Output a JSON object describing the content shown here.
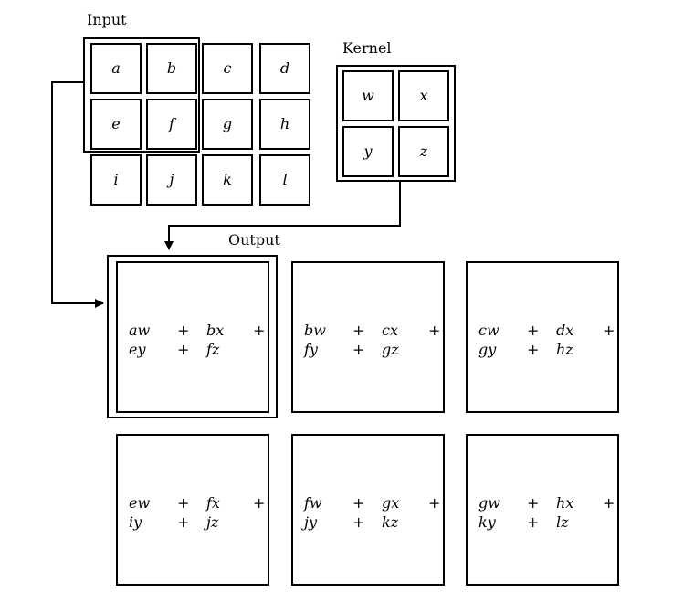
{
  "labels": {
    "input": "Input",
    "kernel": "Kernel",
    "output": "Output"
  },
  "input": [
    [
      "a",
      "b",
      "c",
      "d"
    ],
    [
      "e",
      "f",
      "g",
      "h"
    ],
    [
      "i",
      "j",
      "k",
      "l"
    ]
  ],
  "kernel": [
    [
      "w",
      "x"
    ],
    [
      "y",
      "z"
    ]
  ],
  "output": [
    [
      {
        "l1": [
          "aw",
          "+",
          "bx",
          "+"
        ],
        "l2": [
          "ey",
          "+",
          "fz"
        ]
      },
      {
        "l1": [
          "bw",
          "+",
          "cx",
          "+"
        ],
        "l2": [
          "fy",
          "+",
          "gz"
        ]
      },
      {
        "l1": [
          "cw",
          "+",
          "dx",
          "+"
        ],
        "l2": [
          "gy",
          "+",
          "hz"
        ]
      }
    ],
    [
      {
        "l1": [
          "ew",
          "+",
          "fx",
          "+"
        ],
        "l2": [
          "iy",
          "+",
          "jz"
        ]
      },
      {
        "l1": [
          "fw",
          "+",
          "gx",
          "+"
        ],
        "l2": [
          "jy",
          "+",
          "kz"
        ]
      },
      {
        "l1": [
          "gw",
          "+",
          "hx",
          "+"
        ],
        "l2": [
          "ky",
          "+",
          "lz"
        ]
      }
    ]
  ]
}
